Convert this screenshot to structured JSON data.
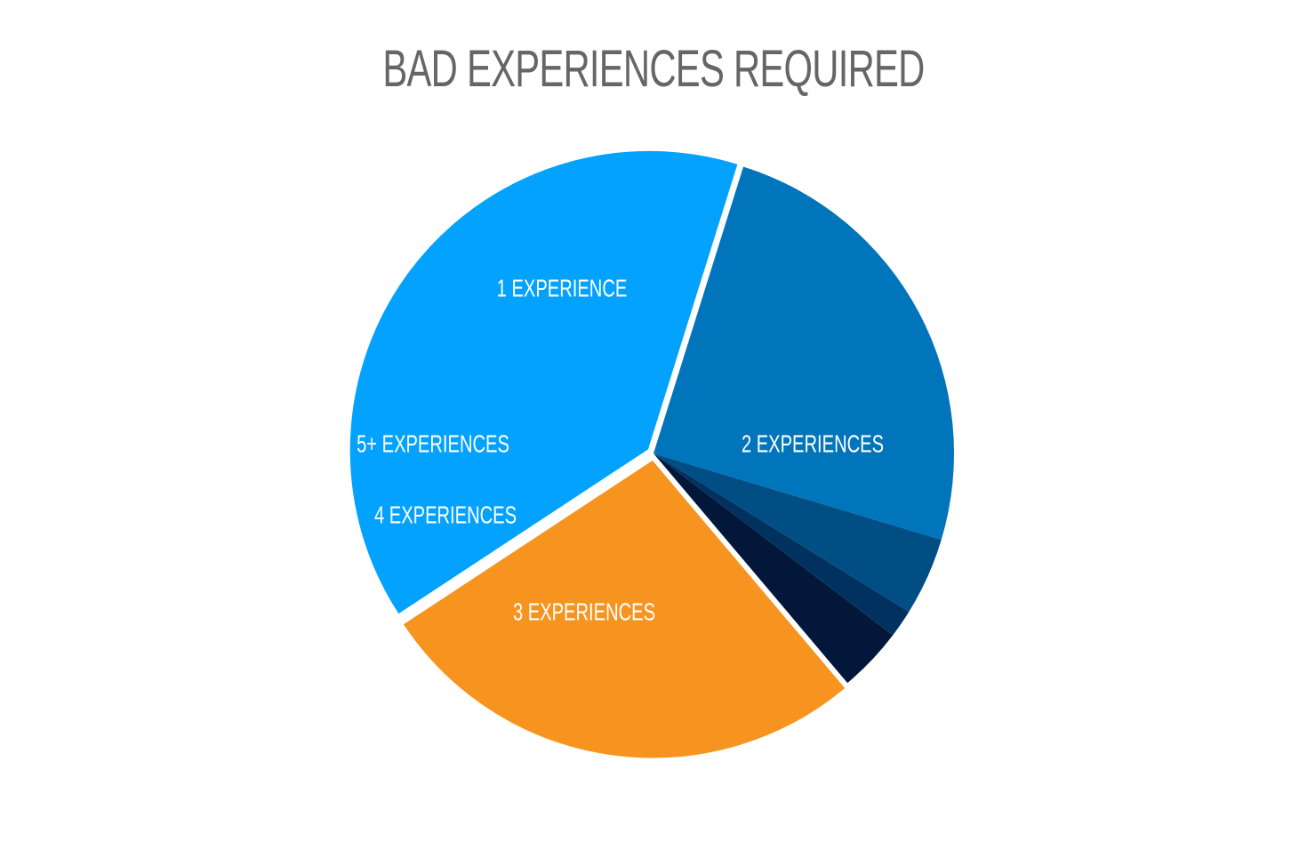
{
  "chart_data": {
    "type": "pie",
    "title": "BAD EXPERIENCES REQUIRED",
    "legend": "none",
    "slices": [
      {
        "label": "2 EXPERIENCES",
        "value": 39.1,
        "color": "#03a2ff",
        "show_label": true,
        "exploded": true
      },
      {
        "label": "1 EXPERIENCE",
        "value": 26.9,
        "color": "#f7941f",
        "show_label": true,
        "exploded": true
      },
      {
        "label": "5+ EXPERIENCES",
        "value": 3.5,
        "color": "#02173a",
        "show_label": true,
        "exploded": false
      },
      {
        "label": "",
        "value": 1.5,
        "color": "#01325f",
        "show_label": false,
        "exploded": false
      },
      {
        "label": "4 EXPERIENCES",
        "value": 4.2,
        "color": "#014e85",
        "show_label": true,
        "exploded": false
      },
      {
        "label": "3 EXPERIENCES",
        "value": 24.8,
        "color": "#0175bb",
        "show_label": true,
        "exploded": false
      }
    ],
    "start_angle_deg": 72.6,
    "direction": "counterclockwise"
  }
}
